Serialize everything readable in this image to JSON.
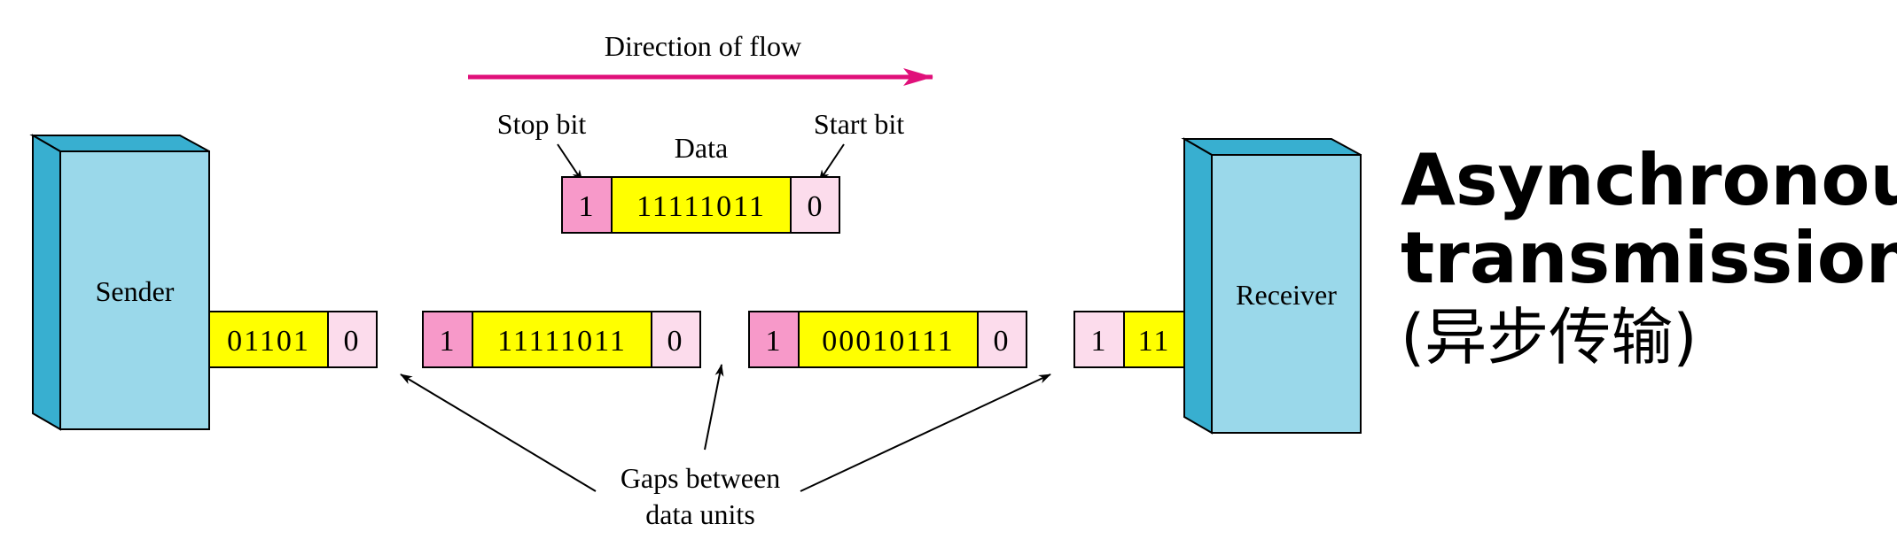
{
  "title": {
    "line1": "Asynchronous",
    "line2": "transmission",
    "line3": "(异步传输)"
  },
  "flow_label": "Direction of flow",
  "sender_label": "Sender",
  "receiver_label": "Receiver",
  "legend": {
    "stop_bit_label": "Stop bit",
    "data_label": "Data",
    "start_bit_label": "Start bit",
    "stop_bit": "1",
    "data_bits": "11111011",
    "start_bit": "0"
  },
  "stream": {
    "unit_a": {
      "data_bits": "01101",
      "start_bit": "0"
    },
    "unit_b": {
      "stop_bit": "1",
      "data_bits": "11111011",
      "start_bit": "0"
    },
    "unit_c": {
      "stop_bit": "1",
      "data_bits": "00010111",
      "start_bit": "0"
    },
    "unit_d": {
      "stop_bit": "1",
      "data_bits": "11"
    }
  },
  "gaps_label": {
    "line1": "Gaps between",
    "line2": "data units"
  },
  "colors": {
    "box_front": "#9ad8ea",
    "box_side": "#38afd0",
    "box_top": "#38afd0",
    "data_yellow": "#ffff00",
    "stop_pink": "#f799c9",
    "start_pink": "#fcdcec",
    "flow_arrow": "#e0107a"
  }
}
